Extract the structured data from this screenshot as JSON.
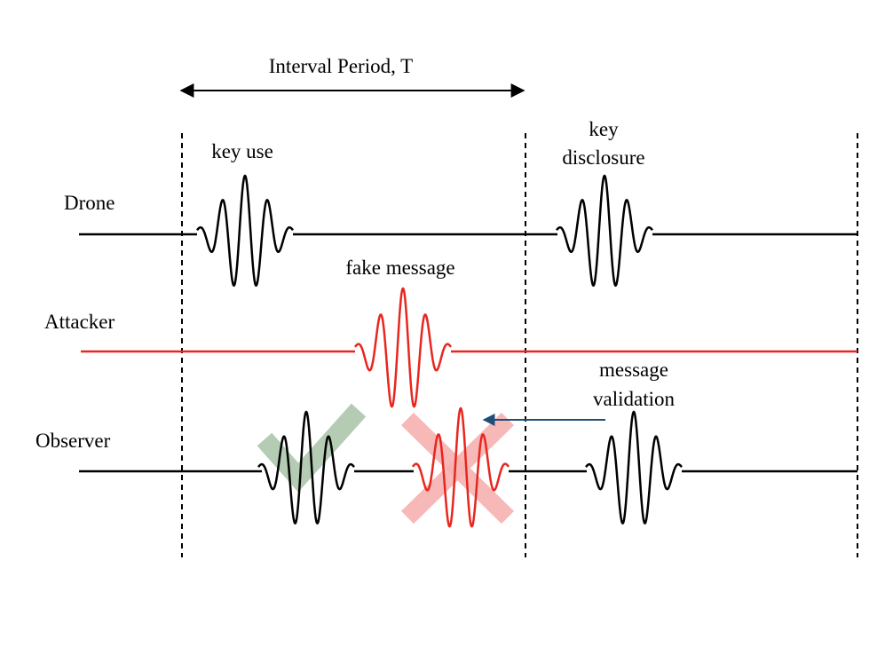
{
  "labels": {
    "interval_period": "Interval Period, T",
    "key_use": "key use",
    "key_disclosure_line1": "key",
    "key_disclosure_line2": "disclosure",
    "fake_message": "fake message",
    "message_validation_line1": "message",
    "message_validation_line2": "validation",
    "drone": "Drone",
    "attacker": "Attacker",
    "observer": "Observer"
  },
  "colors": {
    "drone_line": "#000000",
    "attacker_line": "#e8261f",
    "observer_line": "#000000",
    "observer_fake_pulse": "#e8261f",
    "check_mark": "#a6c3a6",
    "cross_mark": "#f6b2b0",
    "validation_arrow": "#1f4e79",
    "interval_markers": "#000000"
  },
  "icons": {
    "accepted": "check-mark-icon",
    "rejected": "cross-mark-icon"
  }
}
